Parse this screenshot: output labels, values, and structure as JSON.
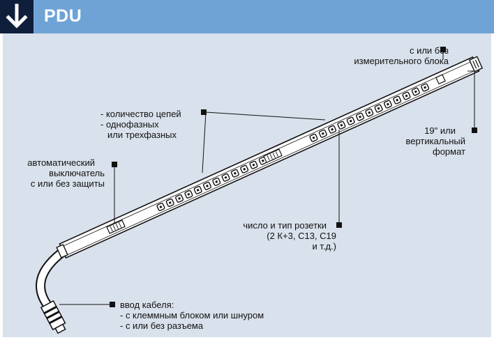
{
  "header": {
    "title": "PDU",
    "icon": "arrow-down-icon",
    "colors": {
      "bar": "#6fa3d6",
      "icon_bg": "#0f1e3b",
      "panel": "#d9e1ec"
    }
  },
  "labels": {
    "meter": [
      "с или без",
      "измерительного блока"
    ],
    "circuits": [
      "- количество цепей",
      "- однофазных",
      "  или трехфазных"
    ],
    "mount": [
      "19\" или",
      "вертикальный",
      "формат"
    ],
    "breaker": [
      "автоматический",
      "выключатель",
      "с или без защиты"
    ],
    "socket": [
      "число и тип розетки",
      "(2 К+3, С13, С19",
      "и т.д.)"
    ],
    "cable": [
      "ввод кабеля:",
      "- с клеммным блоком или шнуром",
      "- с или без разъема"
    ]
  }
}
